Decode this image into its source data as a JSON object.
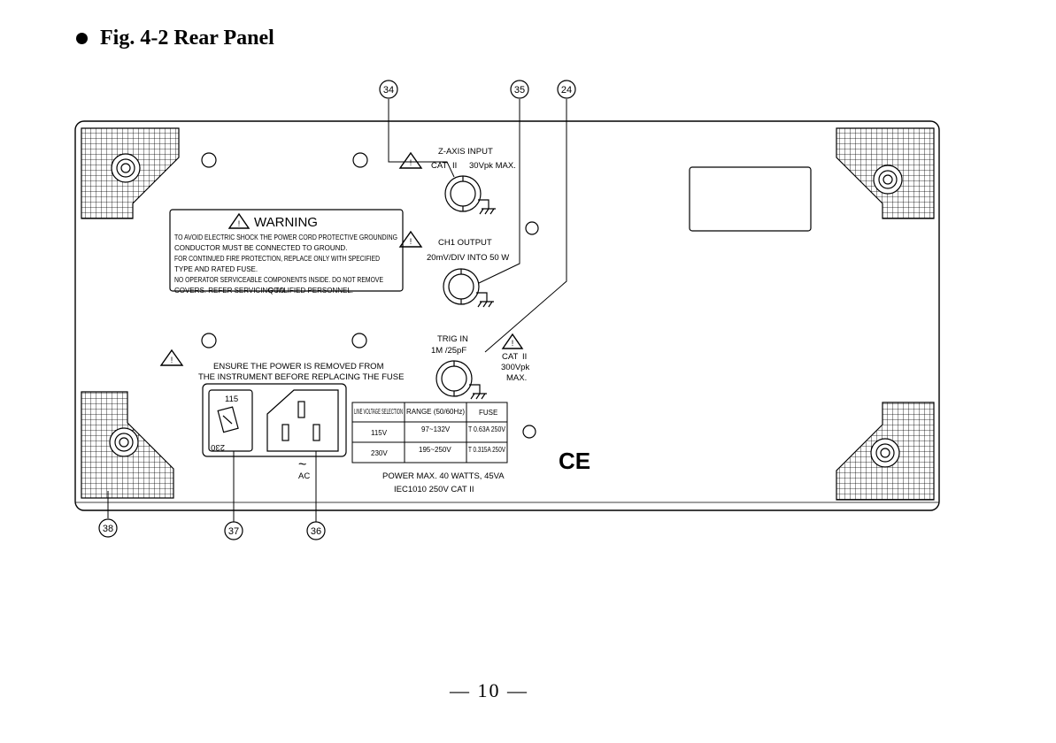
{
  "heading": "Fig. 4-2 Rear Panel",
  "page_number": "— 10 —",
  "callouts": [
    "34",
    "35",
    "24",
    "38",
    "37",
    "36"
  ],
  "zaxis": {
    "title": "Z-AXIS INPUT",
    "cat": "CAT",
    "cat_roman": "II",
    "rating": "30Vpk MAX."
  },
  "ch1": {
    "title": "CH1 OUTPUT",
    "spec": "20mV/DIV INTO 50  W"
  },
  "trig": {
    "title": "TRIG IN",
    "spec": "1M /25pF",
    "cat": "CAT",
    "cat_roman": "II",
    "rating1": "300Vpk",
    "rating2": "MAX."
  },
  "warning": {
    "title": "WARNING",
    "lines": [
      "TO AVOID ELECTRIC SHOCK THE POWER CORD PROTECTIVE GROUNDING",
      "CONDUCTOR MUST BE CONNECTED TO GROUND.",
      "FOR CONTINUED FIRE PROTECTION, REPLACE ONLY WITH SPECIFIED",
      "TYPE AND RATED FUSE.",
      "NO OPERATOR SERVICEABLE COMPONENTS INSIDE. DO NOT REMOVE",
      "COVERS. REFER SERVICING TO",
      "QUALIFIED PERSONNEL."
    ]
  },
  "fuse_notice": {
    "line1": "ENSURE THE POWER IS REMOVED FROM",
    "line2": "THE INSTRUMENT BEFORE REPLACING THE FUSE"
  },
  "selector": {
    "top": "115",
    "bottom": "230"
  },
  "ac": {
    "symbol": "~",
    "label": "AC"
  },
  "voltage_table": {
    "headers": [
      "LINE VOLTAGE SELECTION",
      "RANGE (50/60Hz)",
      "FUSE"
    ],
    "rows": [
      [
        "115V",
        "97~132V",
        "T 0.63A 250V"
      ],
      [
        "230V",
        "195~250V",
        "T 0.315A 250V"
      ]
    ]
  },
  "power": {
    "line1": "POWER MAX.  40 WATTS, 45VA",
    "line2": "IEC1010   250V CAT   II"
  },
  "ce_mark": "CE"
}
